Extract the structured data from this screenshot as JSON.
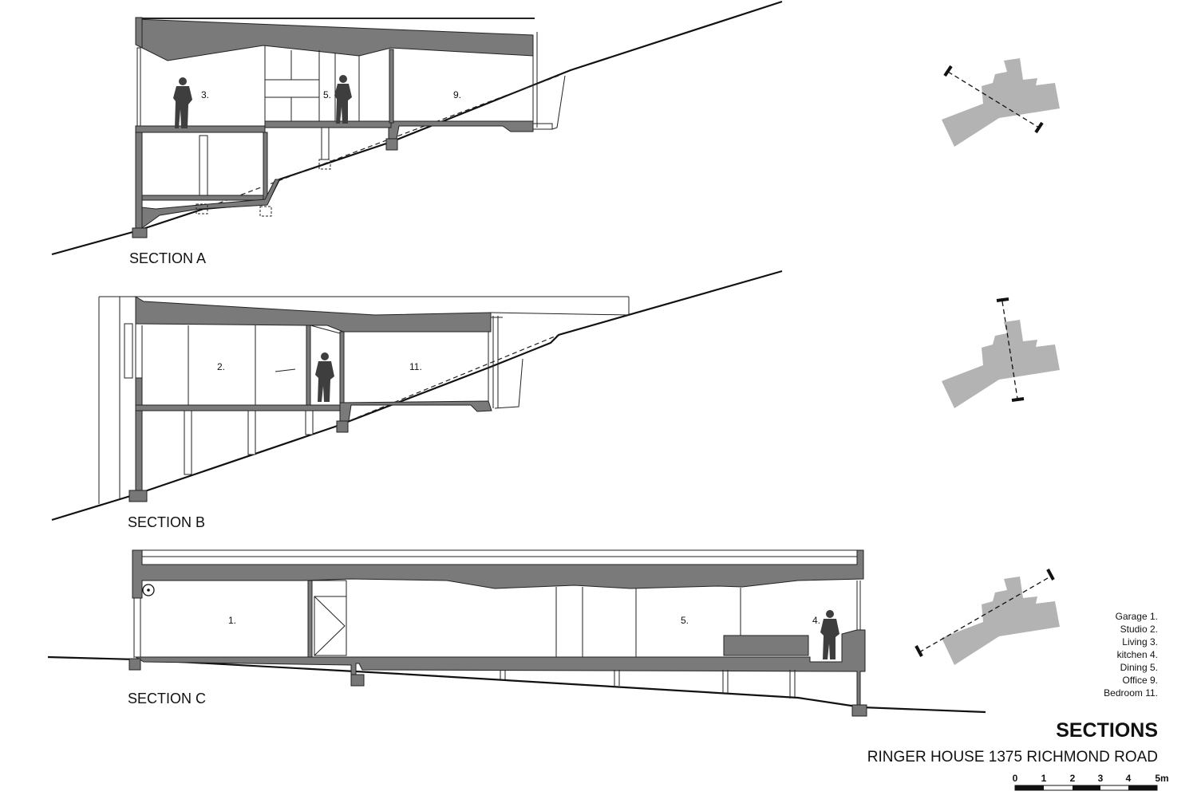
{
  "sections": [
    {
      "label": "SECTION A",
      "rooms": [
        "3.",
        "5.",
        "9."
      ]
    },
    {
      "label": "SECTION B",
      "rooms": [
        "2.",
        "11."
      ]
    },
    {
      "label": "SECTION C",
      "rooms": [
        "1.",
        "5.",
        "4."
      ]
    }
  ],
  "legend": [
    "Garage 1.",
    "Studio 2.",
    "Living 3.",
    "kitchen 4.",
    "Dining 5.",
    "Office 9.",
    "Bedroom 11."
  ],
  "title": "SECTIONS",
  "subtitle": "RINGER HOUSE 1375 RICHMOND ROAD",
  "scale": {
    "ticks": [
      "0",
      "1",
      "2",
      "3",
      "4",
      "5m"
    ]
  }
}
